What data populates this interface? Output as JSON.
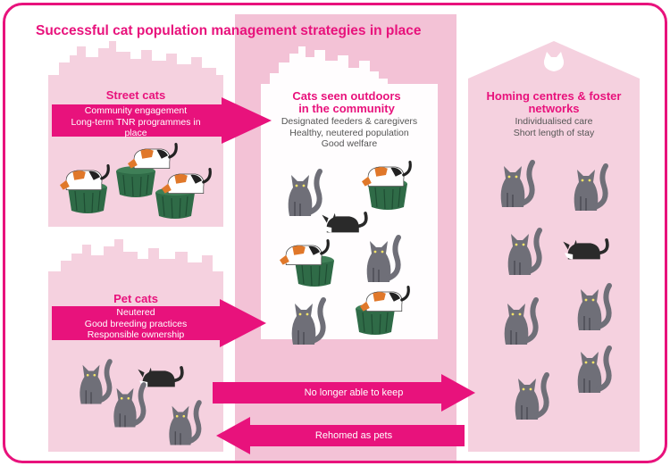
{
  "title": "Successful cat population management strategies in place",
  "street": {
    "heading": "Street cats",
    "lines": [
      "Community engagement",
      "Long-term TNR programmes in",
      "place"
    ]
  },
  "outdoors": {
    "heading": [
      "Cats seen outdoors",
      "in the community"
    ],
    "lines": [
      "Designated feeders & caregivers",
      "Healthy, neutered population",
      "Good welfare"
    ]
  },
  "homing": {
    "heading": [
      "Homing centres & foster",
      "networks"
    ],
    "lines": [
      "Individualised care",
      "Short length of stay"
    ]
  },
  "pet": {
    "heading": "Pet cats",
    "lines": [
      "Neutered",
      "Good breeding practices",
      "Responsible ownership"
    ]
  },
  "flows": {
    "no_longer": "No longer able to keep",
    "rehomed": "Rehomed as pets"
  },
  "colors": {
    "magenta": "#e8127c",
    "light_pink": "#f5d1df",
    "mid_pink": "#f3c2d6",
    "feeder_green": "#2f6b47",
    "cat_grey": "#6f6f78"
  }
}
